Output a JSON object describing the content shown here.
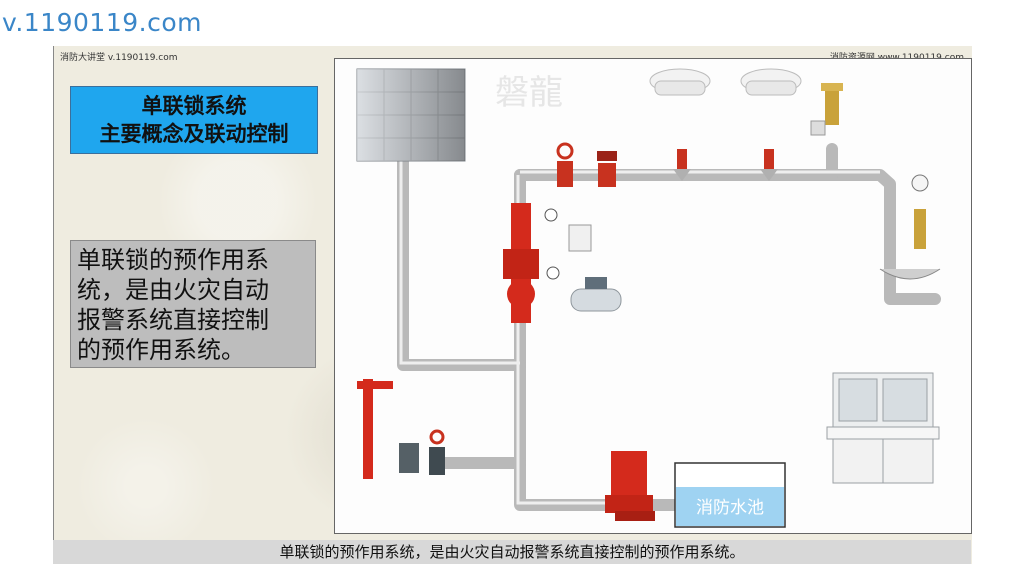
{
  "watermark": {
    "url": "v.1190119.com"
  },
  "header": {
    "left": "消防大讲堂 v.1190119.com",
    "right": "消防资源网 www.1190119.com"
  },
  "title": {
    "line1": "单联锁系统",
    "line2": "主要概念及联动控制"
  },
  "description": {
    "lines": [
      "单联锁的预作用系",
      "统，是由火灾自动",
      "报警系统直接控制",
      "的预作用系统。"
    ]
  },
  "diagram": {
    "pool_label": "消防水池",
    "logo_text": "磐龍"
  },
  "caption": "单联锁的预作用系统，是由火灾自动报警系统直接控制的预作用系统。",
  "colors": {
    "title_bg": "#1fa6ee",
    "pipe": "#c8c8c8",
    "valve_red": "#d42a1c",
    "pool_bg": "#9fd3f2",
    "url_blue": "#3a86c8"
  }
}
